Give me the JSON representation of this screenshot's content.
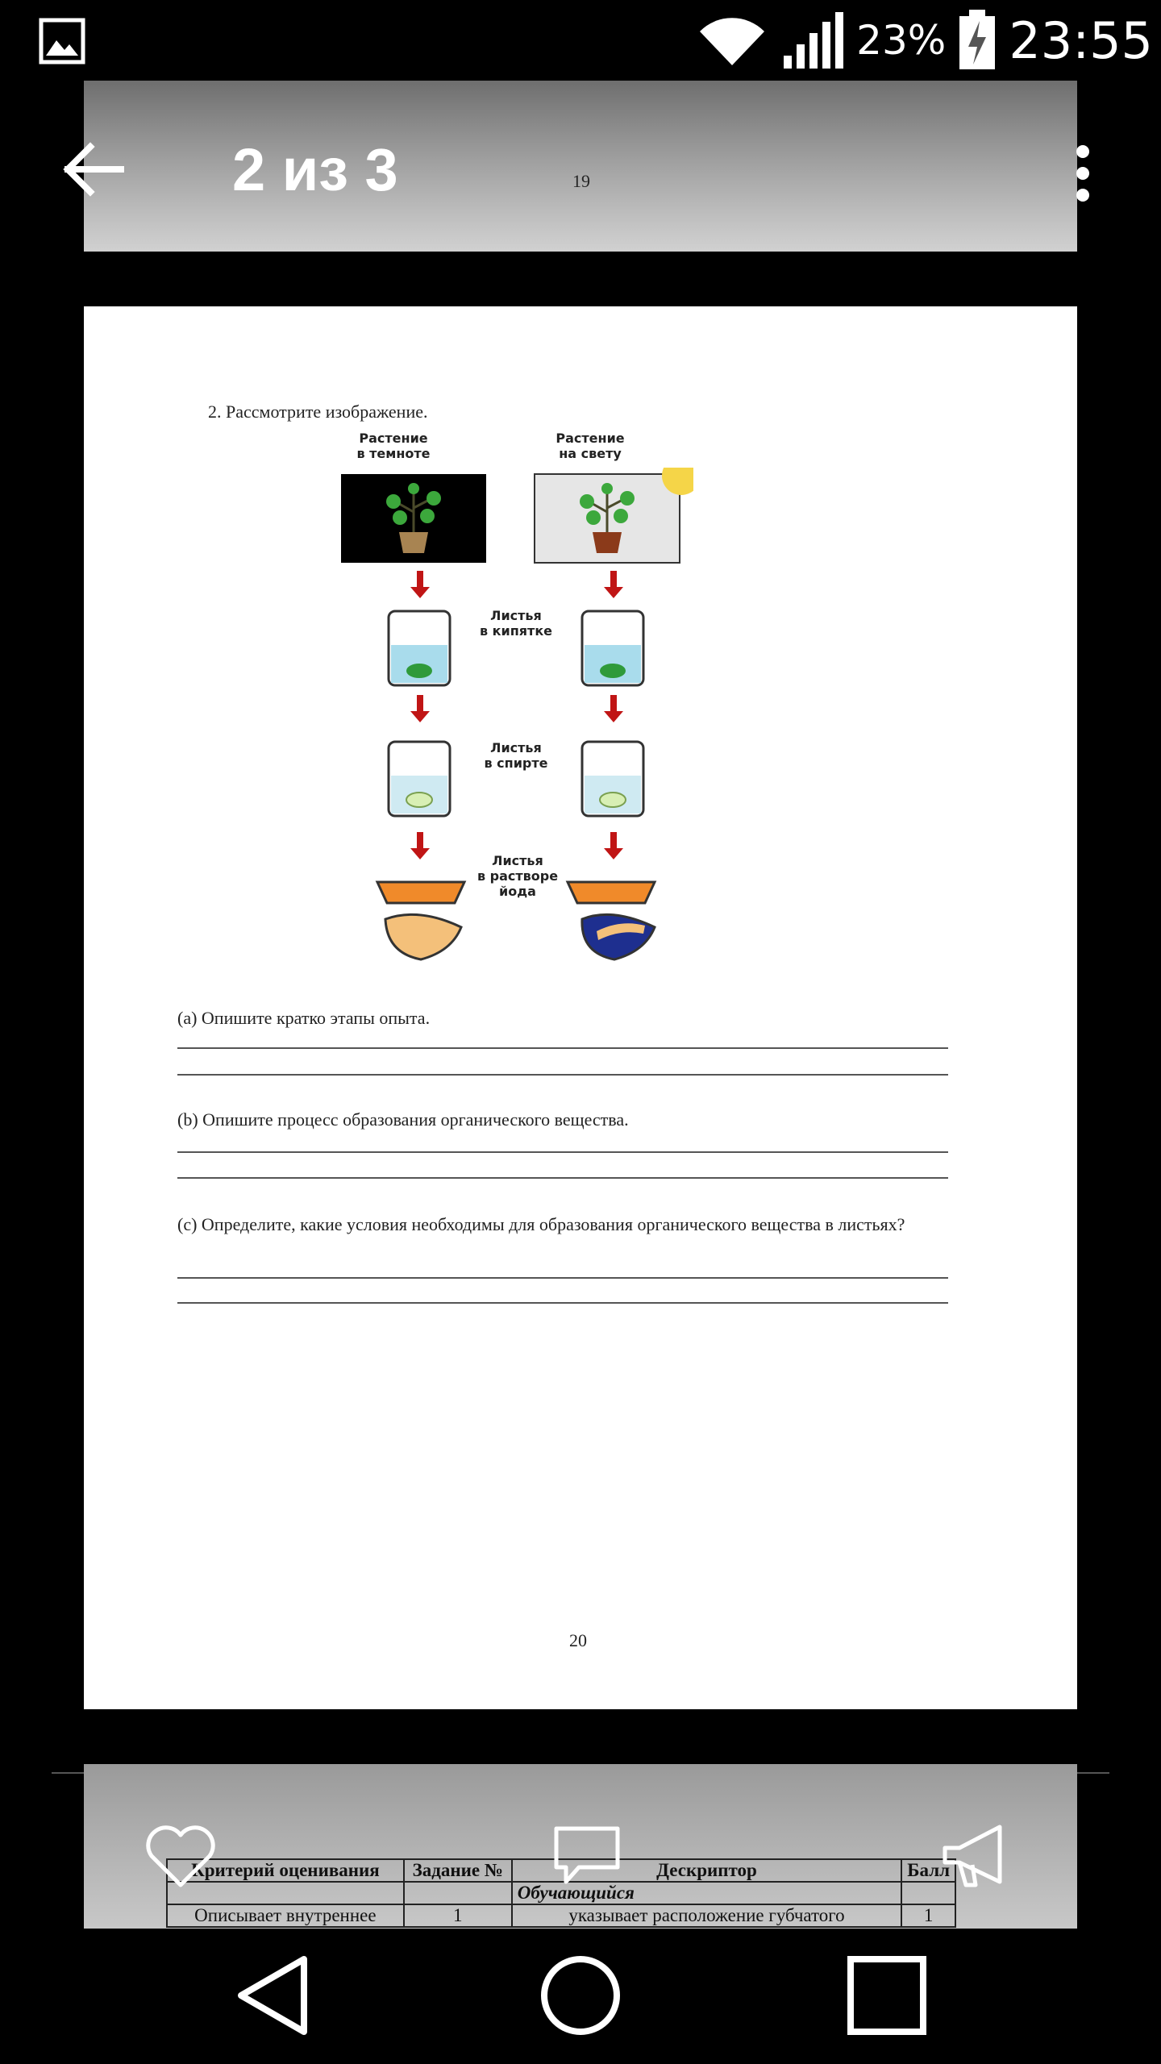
{
  "status_bar": {
    "battery_percent": "23%",
    "time": "23:55"
  },
  "toolbar": {
    "title": "2 из 3"
  },
  "page_top": {
    "page_number": "19"
  },
  "document": {
    "task_title": "2.  Рассмотрите изображение.",
    "diagram_labels": {
      "dark": "Растение\nв темноте",
      "light": "Растение\nна свету",
      "boiling": "Листья\nв кипятке",
      "alcohol": "Листья\nв спирте",
      "iodine": "Листья\nв растворе\nйода"
    },
    "question_a": "(a) Опишите кратко этапы опыта.",
    "question_b": "(b) Опишите процесс образования органического вещества.",
    "question_c": "(c) Определите, какие условия необходимы для образования органического вещества в листьях?",
    "page_number": "20"
  },
  "next_page": {
    "headers": [
      "Критерий оценивания",
      "Задание №",
      "Дескриптор",
      "Балл"
    ],
    "subheader": "Обучающийся",
    "row": [
      "Описывает внутреннее",
      "1",
      "указывает расположение губчатого",
      "1"
    ]
  },
  "actions": {
    "like": "heart-icon",
    "comment": "comment-icon",
    "share": "megaphone-icon"
  }
}
